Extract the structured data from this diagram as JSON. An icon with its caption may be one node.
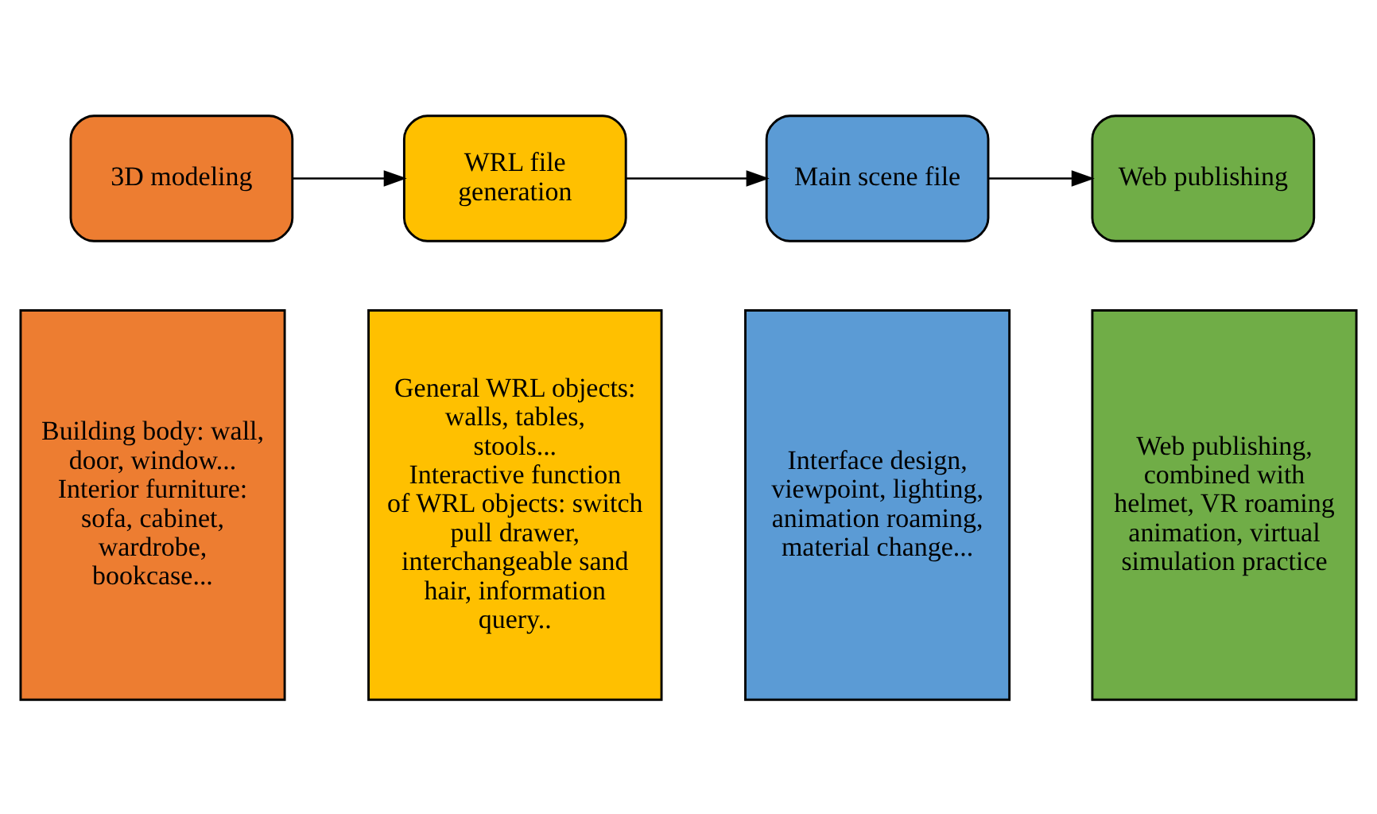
{
  "diagram": {
    "nodes": [
      {
        "text": [
          "3D modeling"
        ]
      },
      {
        "text": [
          "WRL file generation"
        ]
      },
      {
        "text": [
          "Main scene file"
        ]
      },
      {
        "text": [
          "Web publishing"
        ]
      },
      {
        "text": [
          "Building body: wall, door, window...",
          "Interior furniture: sofa, cabinet, wardrobe, bookcase..."
        ]
      },
      {
        "text": [
          "General WRL objects: walls, tables, stools...",
          "Interactive function of WRL objects: switch pull drawer, interchangeable sand hair, information query.."
        ]
      },
      {
        "text": [
          "Interface design, viewpoint, lighting, animation roaming, material change..."
        ]
      },
      {
        "text": [
          "Web publishing, combined with helmet, VR roaming animation, virtual simulation practice"
        ]
      }
    ],
    "edges": [
      {
        "from": 0,
        "to": 1,
        "arrow": "to"
      },
      {
        "from": 1,
        "to": 2,
        "arrow": "to"
      },
      {
        "from": 2,
        "to": 3,
        "arrow": "to"
      }
    ]
  }
}
